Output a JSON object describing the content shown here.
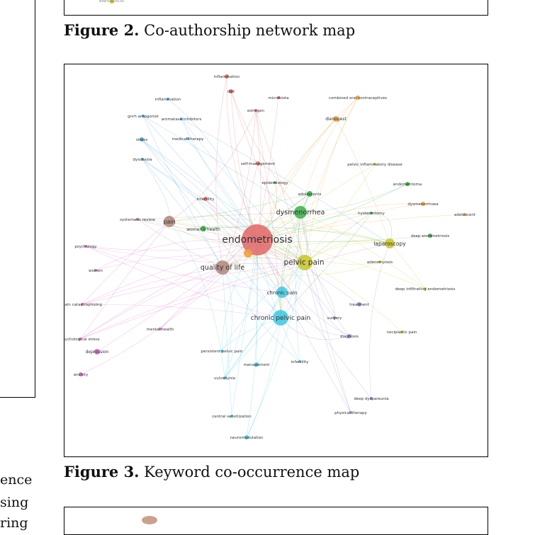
{
  "figures": {
    "fig2_caption_label": "Figure 2.",
    "fig2_caption_text": " Co-authorship network map",
    "fig3_caption_label": "Figure 3.",
    "fig3_caption_text": " Keyword co-occurrence map"
  },
  "left_column_cut": [
    "ence",
    "sing",
    "ring"
  ],
  "top_sliver_text": "elenostococ",
  "map": {
    "colors": {
      "red": "#e06666",
      "blue": "#4aa3d6",
      "green": "#3fae49",
      "yellow": "#c8c62a",
      "orange": "#f0a040",
      "purple": "#9b7fc9",
      "pink": "#d66ac8",
      "brown": "#b0867a",
      "cyan": "#3ec7e0",
      "lightblue": "#6fa8dc"
    },
    "nodes": [
      {
        "id": "endometriosis",
        "label": "endometriosis",
        "c": "red",
        "size": 22,
        "fs": 14
      },
      {
        "id": "pelvic pain",
        "label": "pelvic pain",
        "c": "yellow",
        "size": 11,
        "fs": 10.5
      },
      {
        "id": "quality of life",
        "label": "quality of life",
        "c": "brown",
        "size": 10,
        "fs": 9.5
      },
      {
        "id": "dysmenorrhea",
        "label": "dysmenorrhea",
        "c": "green",
        "size": 9,
        "fs": 9.5
      },
      {
        "id": "chronic pelvic pain",
        "label": "chronic pelvic pain",
        "c": "cyan",
        "size": 11,
        "fs": 9
      },
      {
        "id": "chronic pain",
        "label": "chronic pain",
        "c": "cyan",
        "size": 8,
        "fs": 7
      },
      {
        "id": "pain",
        "label": "pain",
        "c": "brown",
        "size": 8,
        "fs": 8
      },
      {
        "id": "laparoscopy",
        "label": "laparoscopy",
        "c": "yellow",
        "size": 7,
        "fs": 7.5
      },
      {
        "id": "women's health",
        "label": "women's health",
        "c": "green",
        "size": 4,
        "fs": 6
      },
      {
        "id": "orange-hub",
        "label": "",
        "c": "orange",
        "size": 6,
        "fs": 6
      },
      {
        "id": "inflammation-top",
        "label": "inflammation",
        "c": "red",
        "size": 3,
        "fs": 5.5
      },
      {
        "id": "diet",
        "label": "diet",
        "c": "red",
        "size": 3,
        "fs": 5.5
      },
      {
        "id": "microbiota",
        "label": "microbiota",
        "c": "red",
        "size": 2,
        "fs": 5.5
      },
      {
        "id": "estrogen",
        "label": "estrogen",
        "c": "red",
        "size": 2,
        "fs": 5.5
      },
      {
        "id": "inflammation-left",
        "label": "inflammation",
        "c": "blue",
        "size": 2,
        "fs": 5.5
      },
      {
        "id": "aromatase inhibitors",
        "label": "aromatase inhibitors",
        "c": "blue",
        "size": 2,
        "fs": 5.5
      },
      {
        "id": "gnrh antagonist",
        "label": "gnrh antagonist",
        "c": "blue",
        "size": 2,
        "fs": 5.5
      },
      {
        "id": "stress",
        "label": "stress",
        "c": "blue",
        "size": 3,
        "fs": 5.5
      },
      {
        "id": "medical therapy",
        "label": "medical therapy",
        "c": "blue",
        "size": 2,
        "fs": 5.5
      },
      {
        "id": "dyschezia",
        "label": "dyschezia",
        "c": "blue",
        "size": 2,
        "fs": 5.5
      },
      {
        "id": "self-management",
        "label": "self-management",
        "c": "red",
        "size": 3,
        "fs": 5.5
      },
      {
        "id": "combined oral contraceptives",
        "label": "combined oral contraceptives",
        "c": "orange",
        "size": 3,
        "fs": 5.5
      },
      {
        "id": "dienogest",
        "label": "dienogest",
        "c": "orange",
        "size": 4,
        "fs": 6
      },
      {
        "id": "pelvic inflammatory disease",
        "label": "pelvic inflammatory disease",
        "c": "yellow",
        "size": 2,
        "fs": 5.5
      },
      {
        "id": "epidemiology",
        "label": "epidemiology",
        "c": "green",
        "size": 2,
        "fs": 5.5
      },
      {
        "id": "adolescents",
        "label": "adolescents",
        "c": "green",
        "size": 4,
        "fs": 5.5
      },
      {
        "id": "endometrioma",
        "label": "endometrioma",
        "c": "green",
        "size": 3,
        "fs": 5.5
      },
      {
        "id": "infertility-top",
        "label": "infertility",
        "c": "red",
        "size": 3,
        "fs": 5.5
      },
      {
        "id": "dysmenorrhoea",
        "label": "dysmenorrhoea",
        "c": "orange",
        "size": 3,
        "fs": 5.5
      },
      {
        "id": "hysterectomy",
        "label": "hysterectomy",
        "c": "green",
        "size": 2,
        "fs": 5.5
      },
      {
        "id": "adolescent",
        "label": "adolescent",
        "c": "orange",
        "size": 2,
        "fs": 5.5
      },
      {
        "id": "systematic review",
        "label": "systematic review",
        "c": "brown",
        "size": 2,
        "fs": 5.5
      },
      {
        "id": "deep endometriosis",
        "label": "deep endometriosis",
        "c": "green",
        "size": 3,
        "fs": 5.5
      },
      {
        "id": "psychology",
        "label": "psychology",
        "c": "pink",
        "size": 2,
        "fs": 5.5
      },
      {
        "id": "adenomyosis",
        "label": "adenomyosis",
        "c": "yellow",
        "size": 2,
        "fs": 5.5
      },
      {
        "id": "women",
        "label": "women",
        "c": "pink",
        "size": 2,
        "fs": 5.5
      },
      {
        "id": "deep infiltrating endometriosis",
        "label": "deep infiltrating endometriosis",
        "c": "yellow",
        "size": 2,
        "fs": 5.5
      },
      {
        "id": "pain catastrophizing",
        "label": "pain catastrophizing",
        "c": "pink",
        "size": 2,
        "fs": 5.5
      },
      {
        "id": "treatment",
        "label": "treatment",
        "c": "purple",
        "size": 3,
        "fs": 5.5
      },
      {
        "id": "surgery",
        "label": "surgery",
        "c": "purple",
        "size": 2,
        "fs": 5.5
      },
      {
        "id": "mental health",
        "label": "mental health",
        "c": "pink",
        "size": 2,
        "fs": 5.5
      },
      {
        "id": "diagnosis",
        "label": "diagnosis",
        "c": "purple",
        "size": 3,
        "fs": 5.5
      },
      {
        "id": "nociplastic pain",
        "label": "nociplastic pain",
        "c": "yellow",
        "size": 2,
        "fs": 5.5
      },
      {
        "id": "psychological stress",
        "label": "psychological stress",
        "c": "pink",
        "size": 2,
        "fs": 5.5
      },
      {
        "id": "depression",
        "label": "depression",
        "c": "pink",
        "size": 4,
        "fs": 6
      },
      {
        "id": "persistent pelvic pain",
        "label": "persistent pelvic pain",
        "c": "cyan",
        "size": 2,
        "fs": 5.5
      },
      {
        "id": "infertility-bottom",
        "label": "infertility",
        "c": "cyan",
        "size": 2,
        "fs": 5.5
      },
      {
        "id": "management",
        "label": "management",
        "c": "cyan",
        "size": 3,
        "fs": 5.5
      },
      {
        "id": "anxiety",
        "label": "anxiety",
        "c": "pink",
        "size": 3,
        "fs": 5.5
      },
      {
        "id": "vulvodynia",
        "label": "vulvodynia",
        "c": "cyan",
        "size": 2,
        "fs": 5.5
      },
      {
        "id": "deep dyspareunia",
        "label": "deep dyspareunia",
        "c": "purple",
        "size": 2,
        "fs": 5.5
      },
      {
        "id": "physical therapy",
        "label": "physical therapy",
        "c": "purple",
        "size": 2,
        "fs": 5.5
      },
      {
        "id": "central sensitization",
        "label": "central sensitization",
        "c": "cyan",
        "size": 2,
        "fs": 5.5
      },
      {
        "id": "neuromodulation",
        "label": "neuromodulation",
        "c": "cyan",
        "size": 3,
        "fs": 5.5
      }
    ]
  }
}
